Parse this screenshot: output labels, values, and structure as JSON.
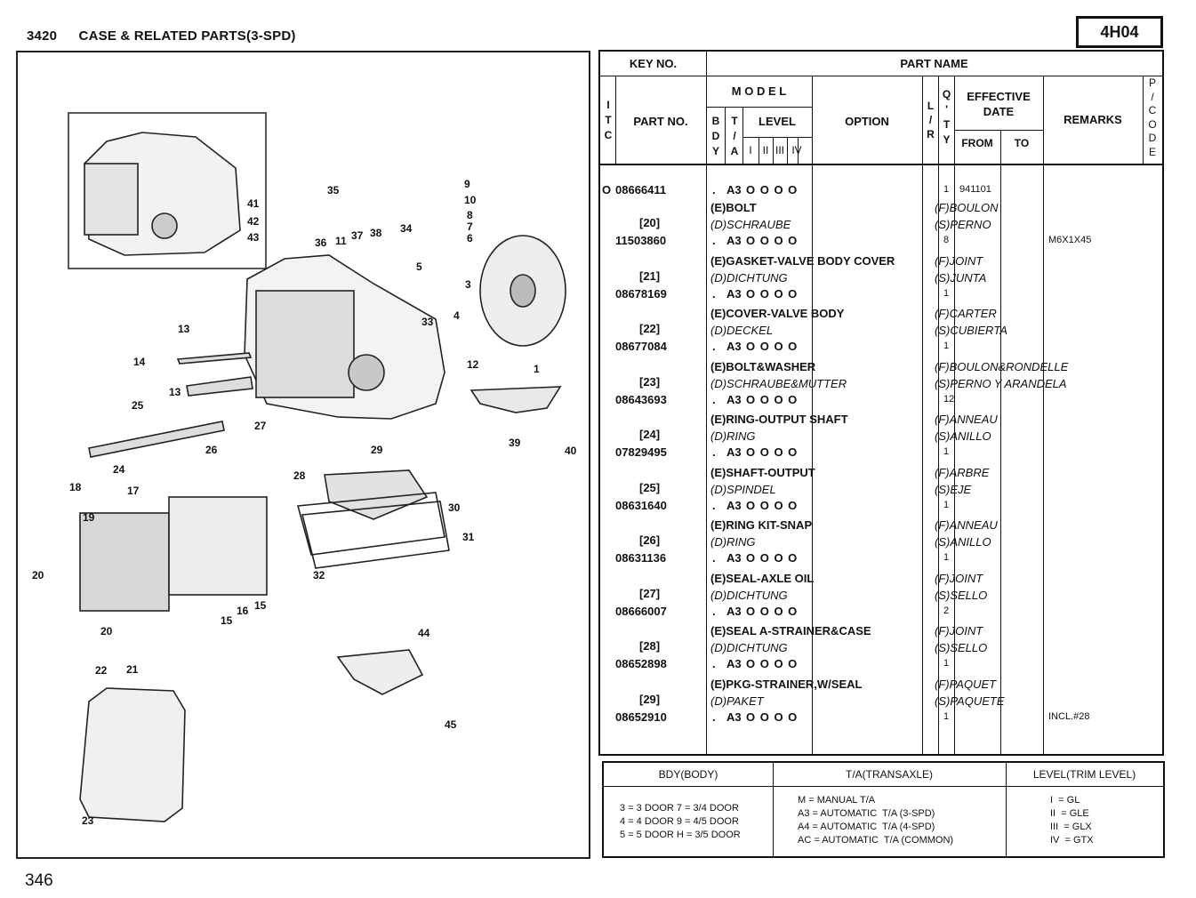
{
  "header": {
    "section": "3420",
    "title": "CASE & RELATED PARTS(3-SPD)",
    "page_code": "4H04",
    "page_number": "346"
  },
  "diagram": {
    "callouts": [
      "1",
      "3",
      "4",
      "5",
      "6",
      "7",
      "8",
      "9",
      "10",
      "11",
      "12",
      "13",
      "13",
      "14",
      "15",
      "15",
      "16",
      "17",
      "18",
      "19",
      "20",
      "20",
      "21",
      "22",
      "23",
      "24",
      "25",
      "26",
      "27",
      "28",
      "29",
      "30",
      "31",
      "32",
      "33",
      "34",
      "35",
      "36",
      "37",
      "38",
      "39",
      "40",
      "41",
      "42",
      "43",
      "44",
      "45"
    ]
  },
  "table": {
    "col_key_no": "KEY NO.",
    "col_part_name": "PART NAME",
    "col_itc": "I\nT\nC",
    "col_part_no": "PART NO.",
    "col_model": "M O D E L",
    "col_bdy": "B\nD\nY",
    "col_ta": "T\n/\nA",
    "col_level": "LEVEL",
    "levels": [
      "I",
      "II",
      "III",
      "IV"
    ],
    "col_option": "OPTION",
    "col_lr": "L\n/\nR",
    "col_qty": "Q\n'\nT\nY",
    "col_effective": "EFFECTIVE\nDATE",
    "col_from": "FROM",
    "col_to": "TO",
    "col_remarks": "REMARKS",
    "col_pcode": "P\n/\nC\nO\nD\nE",
    "first_row": {
      "itc": "O",
      "part_no": "08666411",
      "bdy": ".",
      "ta": "A3",
      "levels": "O O O O",
      "qty": "1",
      "from": "941101"
    },
    "rows": [
      {
        "key": "[20]",
        "part_no": "11503860",
        "en": "(E)BOLT",
        "de": "(D)SCHRAUBE",
        "fr": "(F)BOULON",
        "es": "(S)PERNO",
        "ta": "A3",
        "levels": "O O O O",
        "qty": "8",
        "remarks": "M6X1X45"
      },
      {
        "key": "[21]",
        "part_no": "08678169",
        "en": "(E)GASKET-VALVE BODY COVER",
        "de": "(D)DICHTUNG",
        "fr": "(F)JOINT",
        "es": "(S)JUNTA",
        "ta": "A3",
        "levels": "O O O O",
        "qty": "1",
        "remarks": ""
      },
      {
        "key": "[22]",
        "part_no": "08677084",
        "en": "(E)COVER-VALVE BODY",
        "de": "(D)DECKEL",
        "fr": "(F)CARTER",
        "es": "(S)CUBIERTA",
        "ta": "A3",
        "levels": "O O O O",
        "qty": "1",
        "remarks": ""
      },
      {
        "key": "[23]",
        "part_no": "08643693",
        "en": "(E)BOLT&WASHER",
        "de": "(D)SCHRAUBE&MUTTER",
        "fr": "(F)BOULON&RONDELLE",
        "es": "(S)PERNO Y ARANDELA",
        "ta": "A3",
        "levels": "O O O O",
        "qty": "12",
        "remarks": ""
      },
      {
        "key": "[24]",
        "part_no": "07829495",
        "en": "(E)RING-OUTPUT SHAFT",
        "de": "(D)RING",
        "fr": "(F)ANNEAU",
        "es": "(S)ANILLO",
        "ta": "A3",
        "levels": "O O O O",
        "qty": "1",
        "remarks": ""
      },
      {
        "key": "[25]",
        "part_no": "08631640",
        "en": "(E)SHAFT-OUTPUT",
        "de": "(D)SPINDEL",
        "fr": "(F)ARBRE",
        "es": "(S)EJE",
        "ta": "A3",
        "levels": "O O O O",
        "qty": "1",
        "remarks": ""
      },
      {
        "key": "[26]",
        "part_no": "08631136",
        "en": "(E)RING KIT-SNAP",
        "de": "(D)RING",
        "fr": "(F)ANNEAU",
        "es": "(S)ANILLO",
        "ta": "A3",
        "levels": "O O O O",
        "qty": "1",
        "remarks": ""
      },
      {
        "key": "[27]",
        "part_no": "08666007",
        "en": "(E)SEAL-AXLE OIL",
        "de": "(D)DICHTUNG",
        "fr": "(F)JOINT",
        "es": "(S)SELLO",
        "ta": "A3",
        "levels": "O O O O",
        "qty": "2",
        "remarks": ""
      },
      {
        "key": "[28]",
        "part_no": "08652898",
        "en": "(E)SEAL A-STRAINER&CASE",
        "de": "(D)DICHTUNG",
        "fr": "(F)JOINT",
        "es": "(S)SELLO",
        "ta": "A3",
        "levels": "O O O O",
        "qty": "1",
        "remarks": ""
      },
      {
        "key": "[29]",
        "part_no": "08652910",
        "en": "(E)PKG-STRAINER,W/SEAL",
        "de": "(D)PAKET",
        "fr": "(F)PAQUET",
        "es": "(S)PAQUETE",
        "ta": "A3",
        "levels": "O O O O",
        "qty": "1",
        "remarks": "INCL.#28"
      }
    ]
  },
  "legend": {
    "body_header": "BDY(BODY)",
    "ta_header": "T/A(TRANSAXLE)",
    "level_header": "LEVEL(TRIM LEVEL)",
    "body_lines": [
      "3 = 3 DOOR 7 = 3/4 DOOR",
      "4 = 4 DOOR 9 = 4/5 DOOR",
      "5 = 5 DOOR H = 3/5 DOOR"
    ],
    "ta_lines": [
      "M = MANUAL T/A",
      "A3 = AUTOMATIC  T/A (3-SPD)",
      "A4 = AUTOMATIC  T/A (4-SPD)",
      "AC = AUTOMATIC  T/A (COMMON)"
    ],
    "level_lines": [
      "I  = GL",
      "II  = GLE",
      "III  = GLX",
      "IV  = GTX"
    ]
  }
}
